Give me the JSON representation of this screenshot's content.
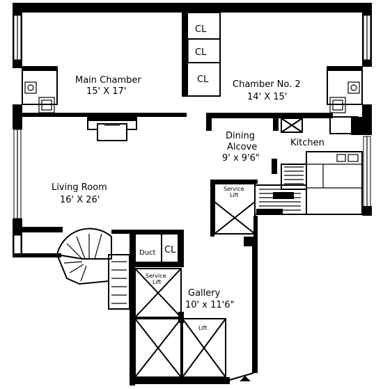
{
  "rooms": {
    "main_chamber": {
      "name": "Main Chamber",
      "dims": "15' X 17'"
    },
    "chamber_2": {
      "name": "Chamber No. 2",
      "dims": "14' X 15'"
    },
    "dining": {
      "name_line1": "Dining",
      "name_line2": "Alcove",
      "dims": "9' x 9'6\""
    },
    "kitchen": {
      "name": "Kitchen"
    },
    "living": {
      "name": "Living Room",
      "dims": "16' X 26'"
    },
    "gallery": {
      "name": "Gallery",
      "dims": "10' x 11'6\""
    }
  },
  "closets": {
    "cl1": "CL",
    "cl2": "CL",
    "cl3": "CL",
    "cl4": "CL"
  },
  "utility": {
    "duct": "Duct",
    "service_lift_left_line1": "Service",
    "service_lift_left_line2": "Lift",
    "service_lift_right_line1": "Service",
    "service_lift_right_line2": "Lift",
    "lift": "Lift"
  }
}
